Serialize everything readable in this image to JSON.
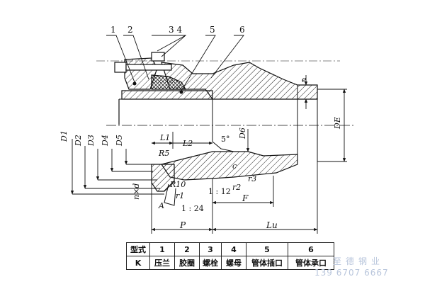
{
  "parts": {
    "p1": "1",
    "p2": "2",
    "p3_4": "3 4",
    "p5": "5",
    "p6": "6"
  },
  "dims": {
    "D1": "D1",
    "D2": "D2",
    "D3": "D3",
    "D4": "D4",
    "D5": "D5",
    "D6": "D6",
    "DE": "DE",
    "e": "e",
    "L1": "L1",
    "L2": "L2",
    "R5": "R5",
    "R10": "R10",
    "n_x_d": "n×d",
    "r1": "r1",
    "r2": "r2",
    "r3": "r3",
    "c": "c",
    "angle": "5°",
    "taper1": "1 : 12",
    "taper2": "1 : 24",
    "A": "A",
    "F": "F",
    "P": "P",
    "Lu": "Lu"
  },
  "table": {
    "header_label": "型式",
    "numbers": [
      "1",
      "2",
      "3",
      "4",
      "5",
      "6"
    ],
    "row_label": "K",
    "names": [
      "压兰",
      "胶圈",
      "螺栓",
      "螺母",
      "管体插口",
      "管体承口"
    ]
  },
  "watermark": {
    "company": "至德钢业",
    "phone": "139 6707 6667"
  }
}
